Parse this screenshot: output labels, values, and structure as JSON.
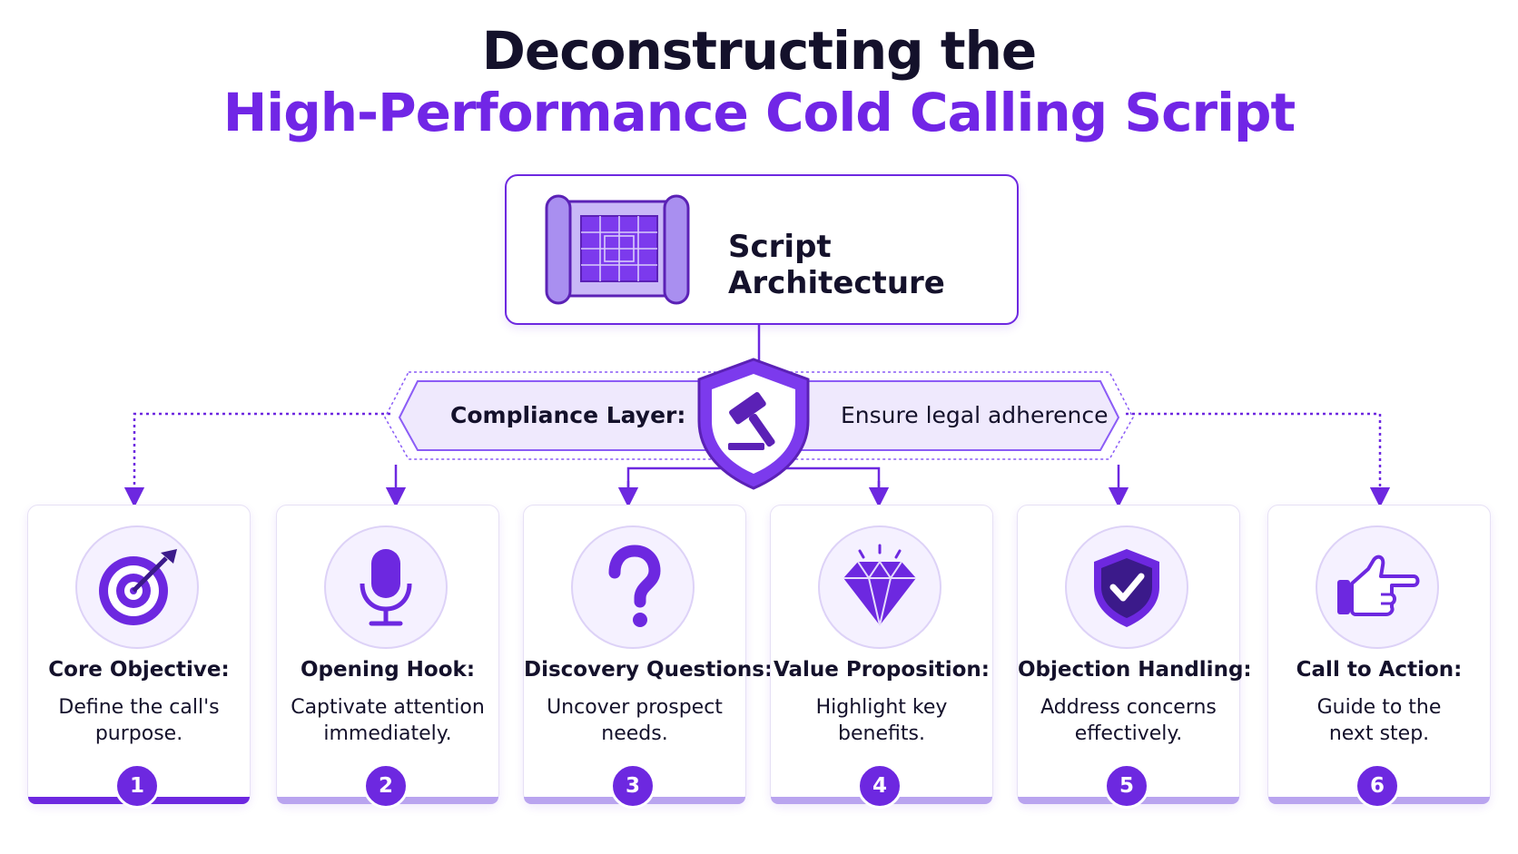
{
  "title": {
    "line1": "Deconstructing the",
    "line2": "High-Performance Cold Calling Script"
  },
  "architecture": {
    "label": "Script Architecture",
    "icon": "blueprint-icon"
  },
  "compliance": {
    "label": "Compliance Layer:",
    "description": "Ensure legal adherence",
    "icon": "gavel-shield-icon"
  },
  "cards": [
    {
      "title": "Core Objective:",
      "desc_line1": "Define the call's",
      "desc_line2": "purpose.",
      "number": "1",
      "icon": "target-icon"
    },
    {
      "title": "Opening Hook:",
      "desc_line1": "Captivate attention",
      "desc_line2": "immediately.",
      "number": "2",
      "icon": "microphone-icon"
    },
    {
      "title": "Discovery Questions:",
      "desc_line1": "Uncover prospect",
      "desc_line2": "needs.",
      "number": "3",
      "icon": "question-mark-icon"
    },
    {
      "title": "Value Proposition:",
      "desc_line1": "Highlight key",
      "desc_line2": "benefits.",
      "number": "4",
      "icon": "diamond-icon"
    },
    {
      "title": "Objection Handling:",
      "desc_line1": "Address concerns",
      "desc_line2": "effectively.",
      "number": "5",
      "icon": "shield-check-icon"
    },
    {
      "title": "Call to Action:",
      "desc_line1": "Guide to the",
      "desc_line2": "next step.",
      "number": "6",
      "icon": "pointing-hand-icon"
    }
  ],
  "colors": {
    "accent": "#6d28e0",
    "title_accent": "#7126e6",
    "text": "#14112b",
    "light": "#f5f1ff"
  }
}
